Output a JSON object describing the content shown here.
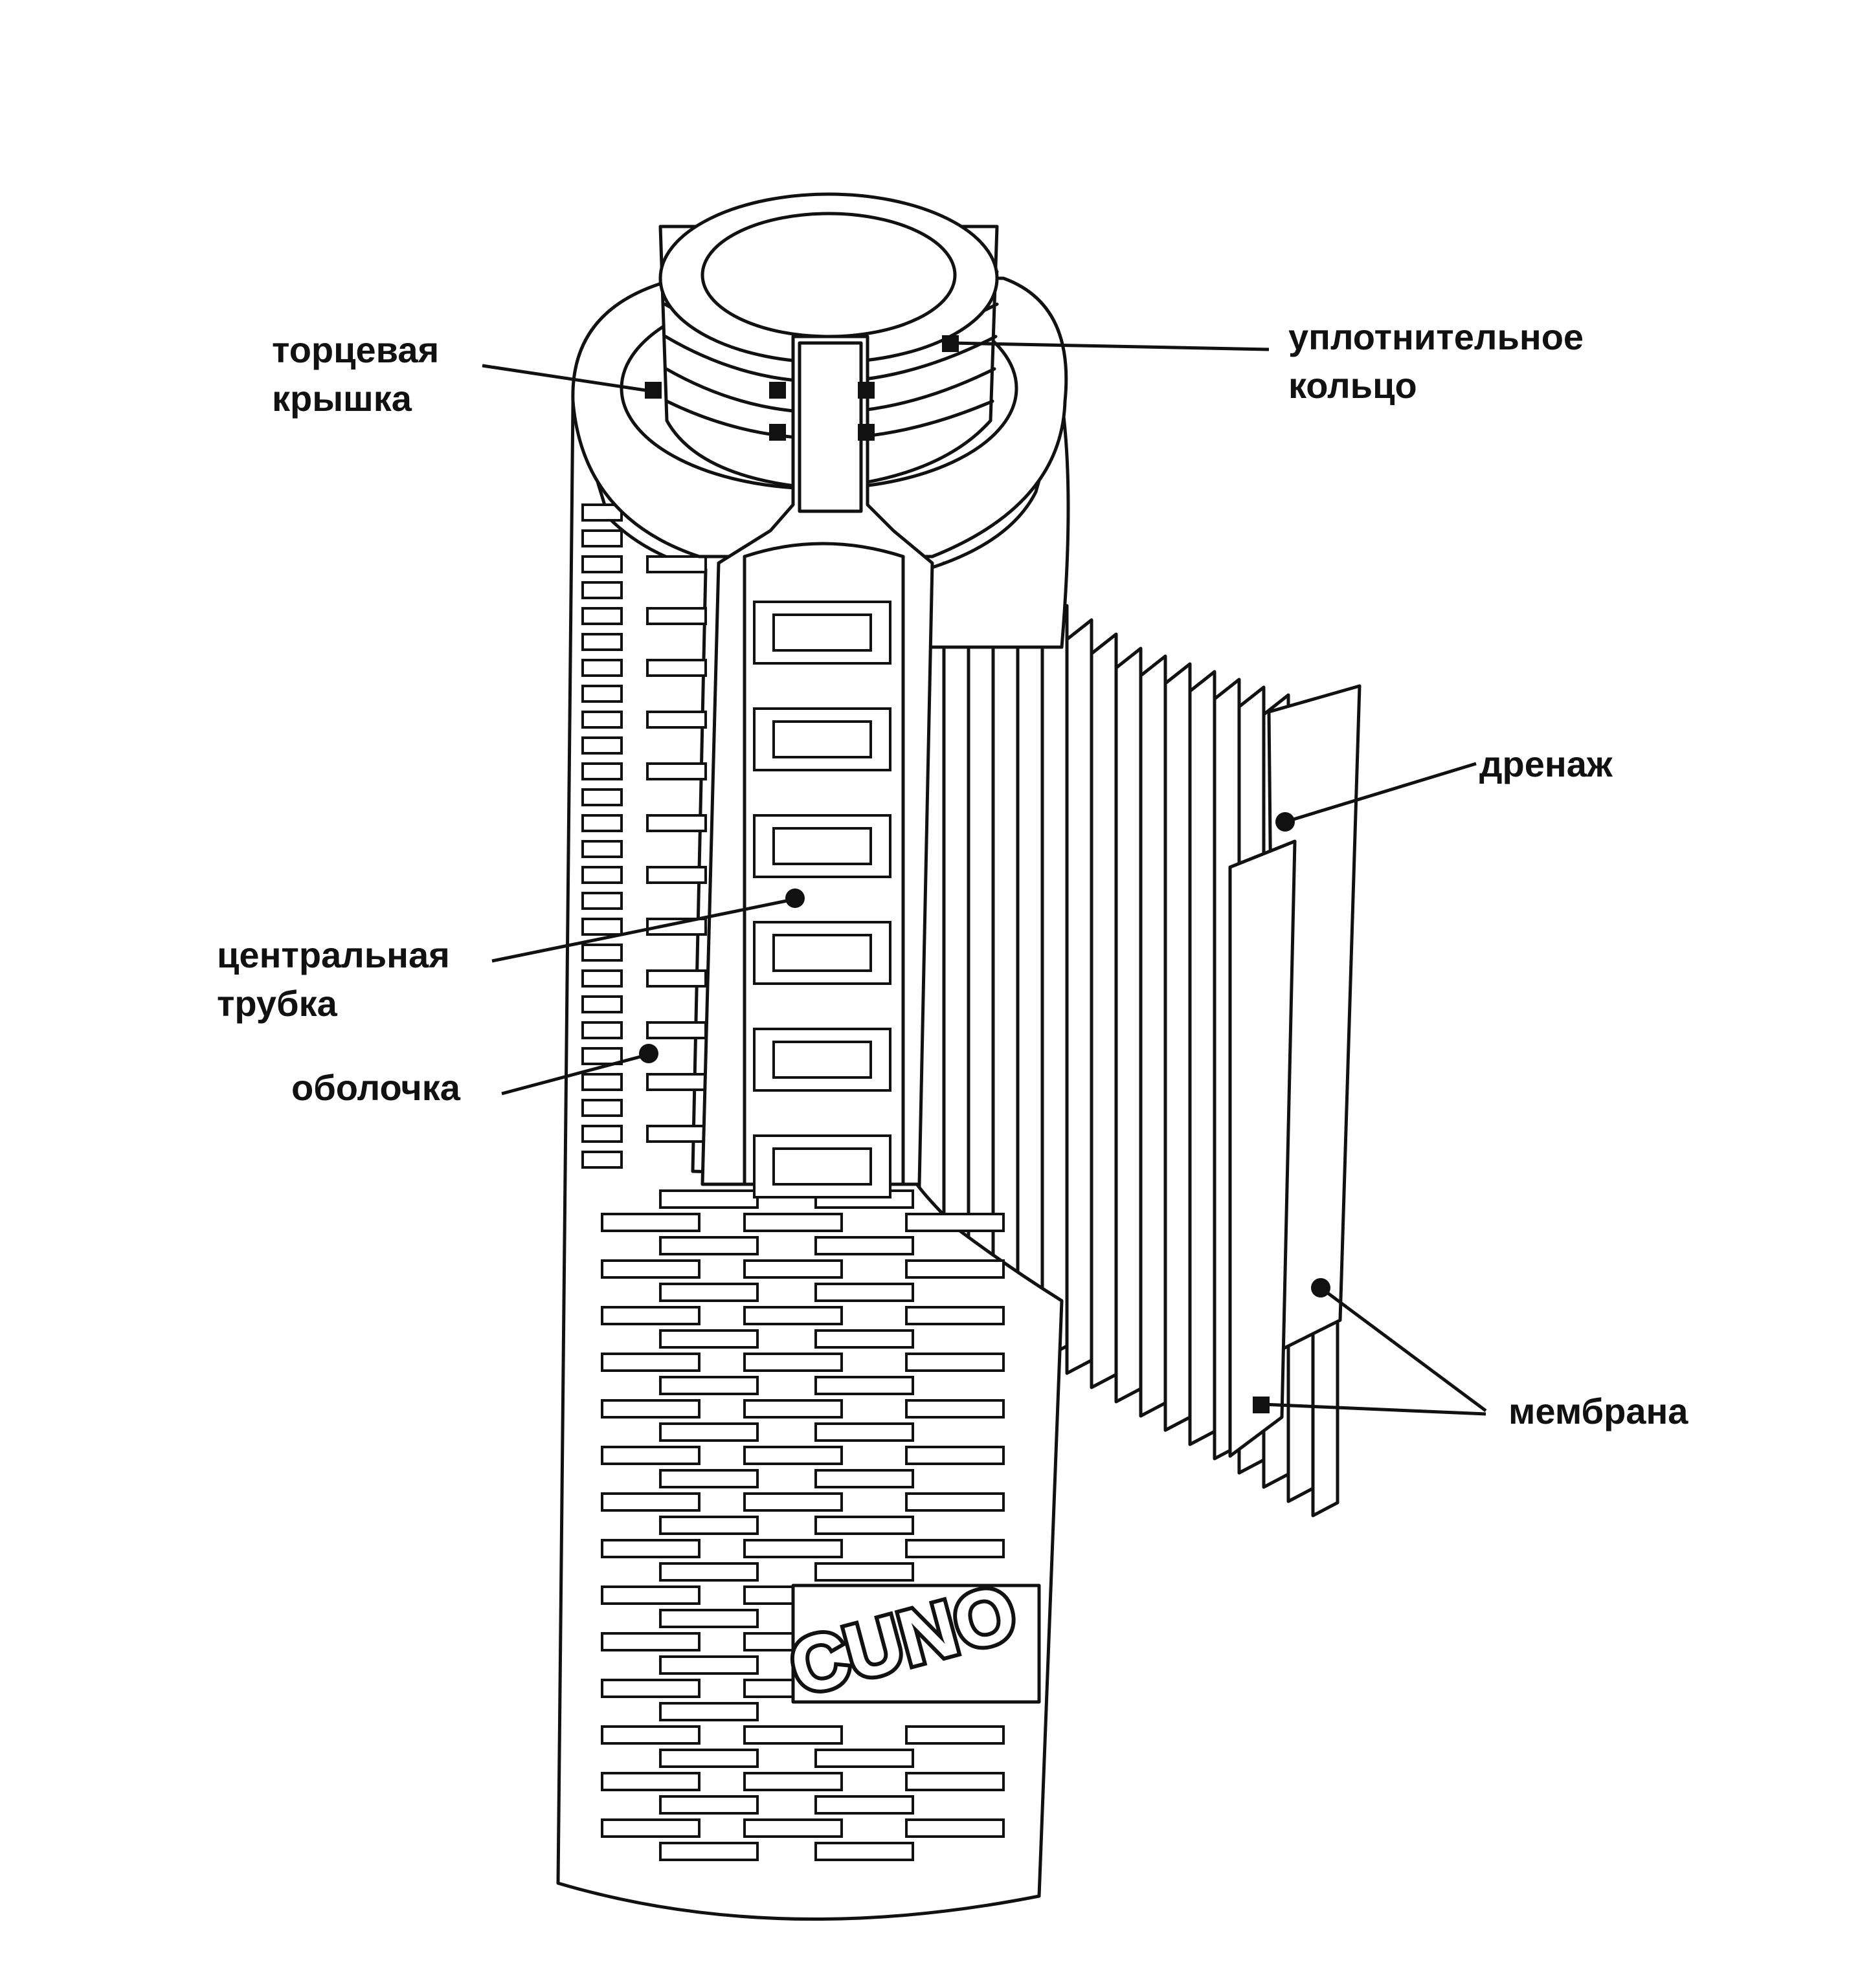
{
  "labels": {
    "end_cap": [
      "торцевая",
      "крышка"
    ],
    "o_ring": [
      "уплотнительное",
      "кольцо"
    ],
    "drainage": "дренаж",
    "center_tube": [
      "центральная",
      "трубка"
    ],
    "shell": "оболочка",
    "membrane": "мембрана"
  },
  "logo": {
    "text": "CUNO"
  }
}
